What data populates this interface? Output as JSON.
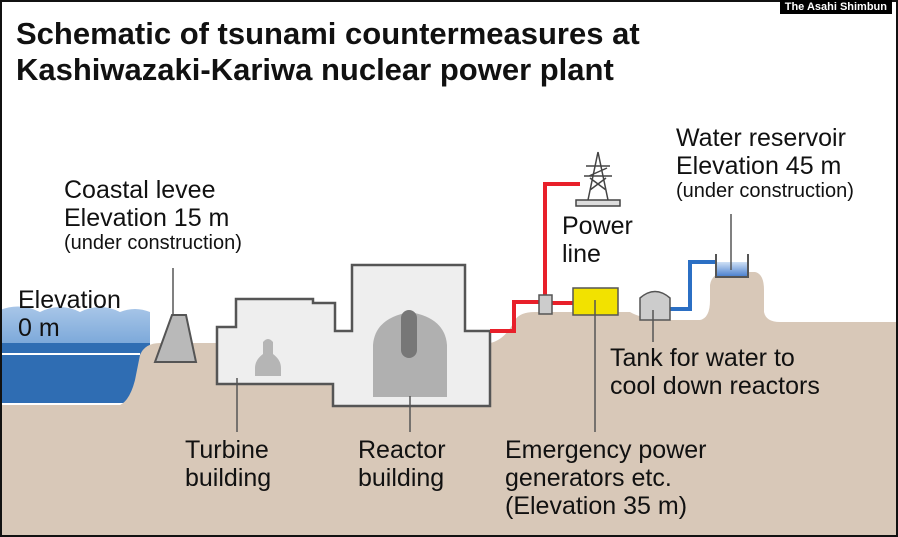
{
  "credit": "The Asahi Shimbun",
  "title": {
    "line1": "Schematic of tsunami countermeasures at",
    "line2": "Kashiwazaki-Kariwa nuclear power plant"
  },
  "labels": {
    "sea": {
      "line1": "Elevation",
      "line2": "0 m"
    },
    "levee": {
      "line1": "Coastal levee",
      "line2": "Elevation 15 m",
      "note": "(under construction)"
    },
    "reservoir": {
      "line1": "Water reservoir",
      "line2": "Elevation 45 m",
      "note": "(under construction)"
    },
    "power_line": {
      "line1": "Power",
      "line2": "line"
    },
    "tank": {
      "line1": "Tank for water to",
      "line2": "cool down reactors"
    },
    "turbine": {
      "line1": "Turbine",
      "line2": "building"
    },
    "reactor": {
      "line1": "Reactor",
      "line2": "building"
    },
    "generators": {
      "line1": "Emergency power",
      "line2": "generators etc.",
      "line3": "(Elevation 35 m)"
    }
  },
  "colors": {
    "ground": "#d8c8b8",
    "sea": "#2f6db3",
    "power_line": "#e8202a",
    "water_pipe": "#2b6fc4",
    "generator": "#f2e200",
    "building": "#eeeeee"
  }
}
